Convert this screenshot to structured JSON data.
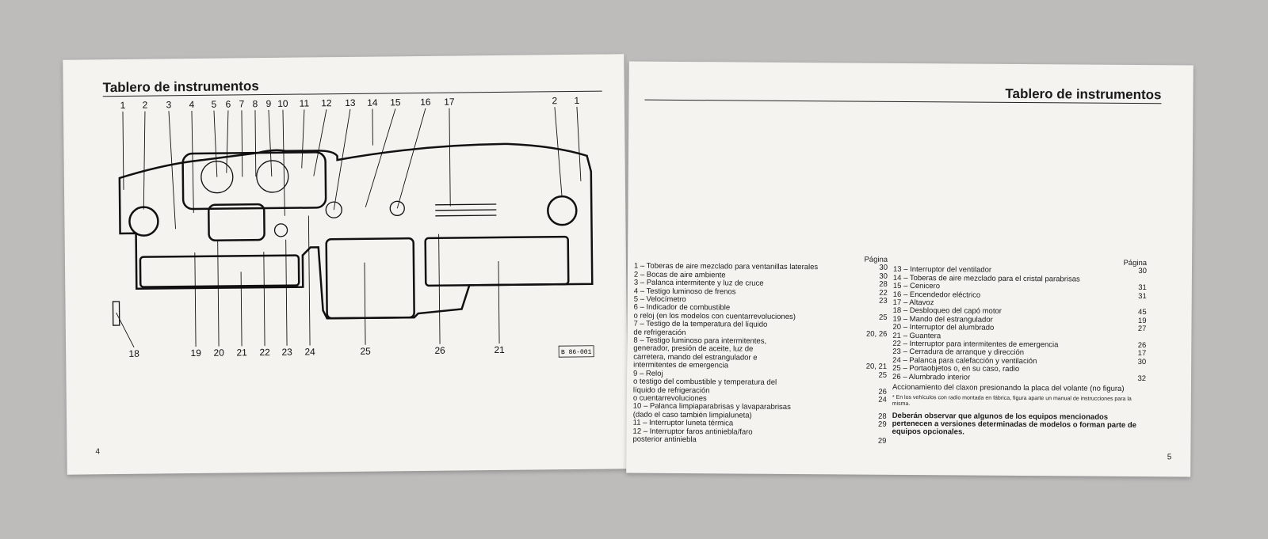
{
  "left": {
    "title": "Tablero de instrumentos",
    "page_number": "4",
    "figure_code": "B 86-001",
    "callouts_top": [
      "1",
      "2",
      "3",
      "4",
      "5",
      "6",
      "7",
      "8",
      "9",
      "10",
      "11",
      "12",
      "13",
      "14",
      "15",
      "16",
      "17",
      "2",
      "1"
    ],
    "callouts_bottom": [
      "18",
      "19",
      "20",
      "21",
      "22",
      "23",
      "24",
      "25",
      "26",
      "21"
    ]
  },
  "right": {
    "title": "Tablero de instrumentos",
    "page_number": "5",
    "col_header": "Página",
    "left_items": [
      {
        "text": "1 – Toberas de aire mezclado para ventanillas laterales",
        "page": "30"
      },
      {
        "text": "2 – Bocas de aire ambiente",
        "page": "30"
      },
      {
        "text": "3 – Palanca intermitente y luz de cruce",
        "page": "28"
      },
      {
        "text": "4 – Testigo luminoso de frenos",
        "page": "22"
      },
      {
        "text": "5 – Velocímetro",
        "page": "23"
      },
      {
        "text": "6 – Indicador de combustible",
        "page": ""
      },
      {
        "text": "       o reloj (en los modelos con cuentarrevoluciones)",
        "page": "25"
      },
      {
        "text": "7 – Testigo de la temperatura del líquido",
        "page": ""
      },
      {
        "text": "       de refrigeración",
        "page": "20, 26"
      },
      {
        "text": "8 – Testigo luminoso para intermitentes,",
        "page": ""
      },
      {
        "text": "       generador, presión de aceite, luz de",
        "page": ""
      },
      {
        "text": "       carretera, mando del estrangulador e",
        "page": ""
      },
      {
        "text": "       intermitentes de emergencia",
        "page": "20, 21"
      },
      {
        "text": "9 – Reloj",
        "page": "25"
      },
      {
        "text": "       o testigo del combustible y temperatura del",
        "page": ""
      },
      {
        "text": "       líquido de refrigeración",
        "page": "26"
      },
      {
        "text": "       o cuentarrevoluciones",
        "page": "24"
      },
      {
        "text": "10 – Palanca limpiaparabrisas y lavaparabrisas",
        "page": ""
      },
      {
        "text": "       (dado el caso también limpialuneta)",
        "page": "28"
      },
      {
        "text": "11 – Interruptor luneta térmica",
        "page": "29"
      },
      {
        "text": "12 – Interruptor faros antiniebla/faro",
        "page": ""
      },
      {
        "text": "       posterior antiniebla",
        "page": "29"
      }
    ],
    "right_items": [
      {
        "text": "13 – Interruptor del ventilador",
        "page": "30"
      },
      {
        "text": "14 – Toberas de aire mezclado para el cristal parabrisas",
        "page": ""
      },
      {
        "text": "15 – Cenicero",
        "page": "31"
      },
      {
        "text": "16 – Encendedor eléctrico",
        "page": "31"
      },
      {
        "text": "17 – Altavoz",
        "page": ""
      },
      {
        "text": "18 – Desbloqueo del capó motor",
        "page": "45"
      },
      {
        "text": "19 – Mando del estrangulador",
        "page": "19"
      },
      {
        "text": "20 – Interruptor del alumbrado",
        "page": "27"
      },
      {
        "text": "21 – Guantera",
        "page": ""
      },
      {
        "text": "22 – Interruptor para intermitentes de emergencia",
        "page": "26"
      },
      {
        "text": "23 – Cerradura de arranque y dirección",
        "page": "17"
      },
      {
        "text": "24 – Palanca para calefacción y ventilación",
        "page": "30"
      },
      {
        "text": "25 – Portaobjetos o, en su caso, radio",
        "page": ""
      },
      {
        "text": "26 – Alumbrado interior",
        "page": "32"
      }
    ],
    "horn_note": "Accionamiento del claxon presionando la placa del volante (no figura)",
    "footnote": "* En los vehículos con radio montada en fábrica, figura aparte un manual de instrucciones para la misma.",
    "bold_note": "Deberán observar que algunos de los equipos mencionados pertenecen a versiones determinadas de modelos o forman parte de equipos opcionales."
  }
}
